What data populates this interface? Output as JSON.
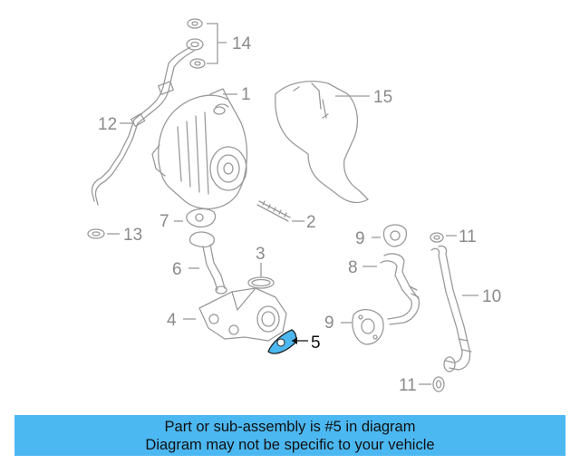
{
  "diagram": {
    "callouts": [
      "14",
      "1",
      "15",
      "12",
      "7",
      "2",
      "9",
      "11",
      "13",
      "3",
      "8",
      "6",
      "10",
      "4",
      "9",
      "5",
      "11"
    ],
    "highlight_callout": "5",
    "highlight_color": "#4cb8f2"
  },
  "banner": {
    "line1": "Part or sub-assembly is #5 in diagram",
    "line2": "Diagram may not be specific to your vehicle",
    "background": "#4cb8f2"
  }
}
